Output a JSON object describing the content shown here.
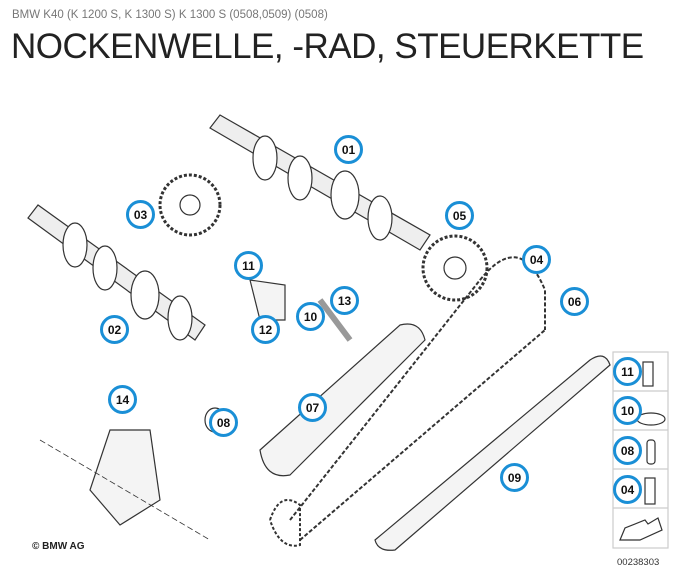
{
  "header": {
    "subtitle": "BMW K40 (K 1200 S, K 1300 S) K 1300 S (0508,0509) (0508)",
    "title": "NOCKENWELLE, -RAD, STEUERKETTE"
  },
  "callouts": [
    "01",
    "03",
    "05",
    "04",
    "11",
    "06",
    "13",
    "10",
    "12",
    "02",
    "14",
    "07",
    "08",
    "09"
  ],
  "legend": [
    "11",
    "10",
    "08",
    "04"
  ],
  "copyright": "© BMW AG",
  "diagram_code": "00238303",
  "accent": "#1a8fd6"
}
